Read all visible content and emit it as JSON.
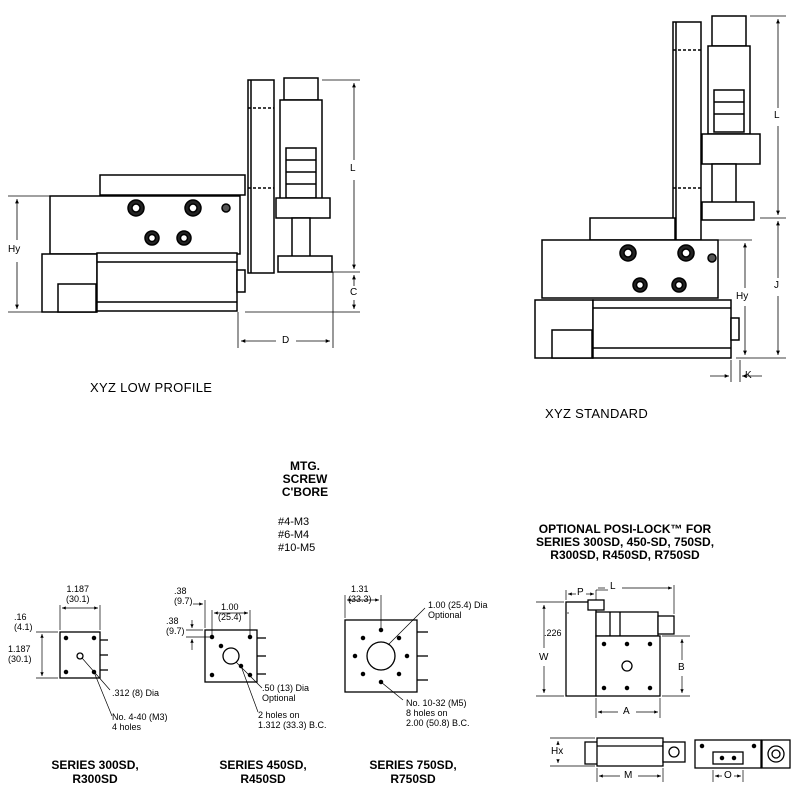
{
  "captions": {
    "low_profile": "XYZ LOW PROFILE",
    "standard": "XYZ STANDARD"
  },
  "dims_top": {
    "hy_left": "Hy",
    "l_left": "L",
    "c_left": "C",
    "d_left": "D",
    "l_right": "L",
    "j_right": "J",
    "hy_right": "Hy",
    "k_right": "K"
  },
  "mtg": {
    "title": [
      "MTG.",
      "SCREW",
      "C'BORE"
    ],
    "screws": [
      "#4-M3",
      "#6-M4",
      "#10-M5"
    ]
  },
  "series300": {
    "top_dim": [
      "1.187",
      "(30.1)"
    ],
    "left_dim_a": [
      ".16",
      "(4.1)"
    ],
    "left_dim_b": [
      "1.187",
      "(30.1)"
    ],
    "hole_note": ".312 (8) Dia",
    "screw_note": [
      "No. 4-40 (M3)",
      "4 holes"
    ],
    "name": [
      "SERIES 300SD,",
      "R300SD"
    ]
  },
  "series450": {
    "left_dim_a": [
      ".38",
      "(9.7)"
    ],
    "left_dim_b": [
      ".38",
      "(9.7)"
    ],
    "top_dim": [
      "1.00",
      "(25.4)"
    ],
    "hole_note": [
      ".50 (13) Dia",
      "Optional"
    ],
    "bc_note": [
      "2 holes on",
      "1.312 (33.3) B.C."
    ],
    "name": [
      "SERIES 450SD,",
      "R450SD"
    ]
  },
  "series750": {
    "top_dim": [
      "1.31",
      "(33.3)"
    ],
    "hole_note": [
      "1.00 (25.4) Dia",
      "Optional"
    ],
    "bc_note": [
      "No. 10-32 (M5)",
      "8 holes on",
      "2.00 (50.8) B.C."
    ],
    "name": [
      "SERIES 750SD,",
      "R750SD"
    ]
  },
  "posilock": {
    "title": [
      "OPTIONAL POSI-LOCK™ FOR",
      "SERIES  300SD, 450-SD, 750SD,",
      "R300SD, R450SD, R750SD"
    ],
    "dims": {
      "p": "P",
      "l": "L",
      "w": "W",
      "offset": ".226",
      "b": "B",
      "a": "A",
      "hx": "Hx",
      "m": "M",
      "o": "O"
    }
  }
}
